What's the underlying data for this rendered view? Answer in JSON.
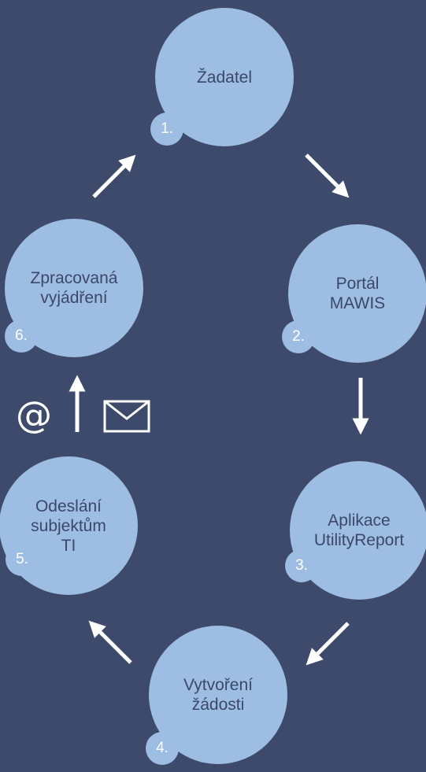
{
  "diagram": {
    "nodes": [
      {
        "id": "n1",
        "label": "Žadatel",
        "number": "1."
      },
      {
        "id": "n2",
        "label": "Portál\nMAWIS",
        "number": "2."
      },
      {
        "id": "n3",
        "label": "Aplikace\nUtilityReport",
        "number": "3."
      },
      {
        "id": "n4",
        "label": "Vytvoření\nžádosti",
        "number": "4."
      },
      {
        "id": "n5",
        "label": "Odeslání\nsubjektům\nTI",
        "number": "5."
      },
      {
        "id": "n6",
        "label": "Zpracovaná\nvyjádření",
        "number": "6."
      }
    ],
    "email_at": "@",
    "icons": [
      "arrow-icon",
      "envelope-icon"
    ],
    "colors": {
      "background": "#3d4a6b",
      "circle": "#9dbde2",
      "label_text": "#3b486a",
      "arrow": "#ffffff"
    }
  }
}
